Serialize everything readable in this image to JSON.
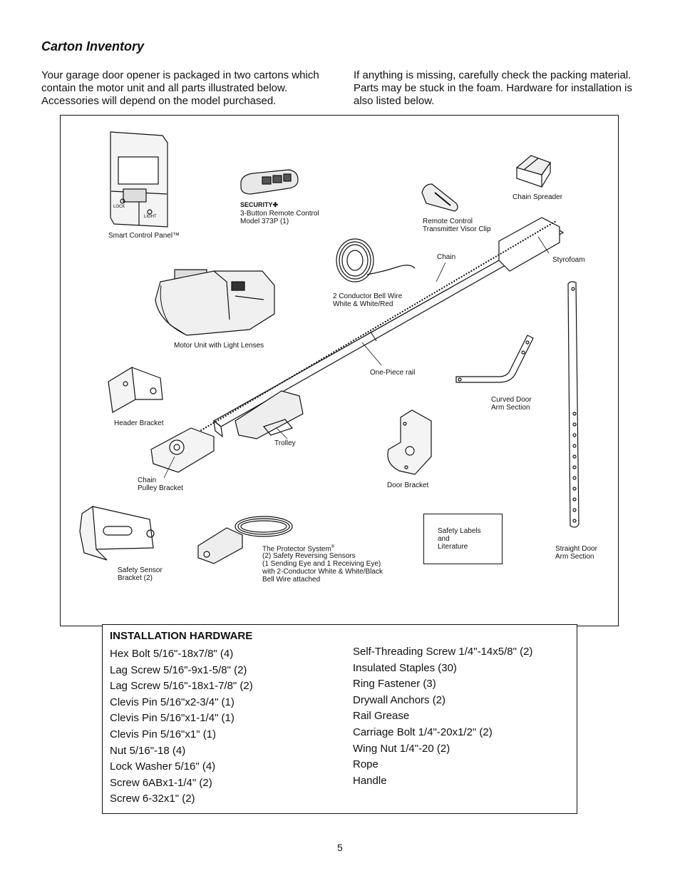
{
  "page": {
    "title": "Carton Inventory",
    "intro_left": "Your garage door opener is packaged in two cartons which contain the motor unit and all parts illustrated below. Accessories will depend on the model purchased.",
    "intro_right": "If anything is missing, carefully check the packing material. Parts may be stuck in the foam. Hardware for installation is also listed below.",
    "page_number": "5"
  },
  "diagram": {
    "labels": {
      "smart_control_panel": "Smart Control Panel™",
      "remote_brand": "SECURITY✚",
      "remote_desc": "3-Button Remote Control\nModel 373P (1)",
      "visor_clip": "Remote Control\nTransmitter Visor Clip",
      "chain_spreader": "Chain Spreader",
      "chain": "Chain",
      "styrofoam": "Styrofoam",
      "bell_wire": "2 Conductor Bell Wire\nWhite & White/Red",
      "motor_unit": "Motor Unit with Light Lenses",
      "one_piece_rail": "One-Piece rail",
      "curved_arm": "Curved Door\nArm Section",
      "header_bracket": "Header Bracket",
      "trolley": "Trolley",
      "chain_pulley": "Chain\nPulley Bracket",
      "door_bracket": "Door Bracket",
      "safety_labels": "Safety Labels\nand\nLiterature",
      "straight_arm": "Straight Door\nArm Section",
      "sensor_bracket": "Safety Sensor\nBracket (2)",
      "protector_title": "The Protector System",
      "protector_desc": "(2) Safety Reversing Sensors\n(1 Sending Eye and 1 Receiving Eye)\nwith 2-Conductor White & White/Black\nBell Wire attached",
      "panel_lock": "LOCK",
      "panel_light": "LIGHT"
    }
  },
  "hardware": {
    "title": "INSTALLATION HARDWARE",
    "left": [
      "Hex Bolt 5/16\"-18x7/8\" (4)",
      "Lag Screw 5/16\"-9x1-5/8\" (2)",
      "Lag Screw 5/16\"-18x1-7/8\" (2)",
      "Clevis Pin 5/16\"x2-3/4\" (1)",
      "Clevis Pin 5/16\"x1-1/4\" (1)",
      "Clevis Pin 5/16\"x1\" (1)",
      "Nut 5/16\"-18 (4)",
      "Lock Washer 5/16\" (4)",
      "Screw 6ABx1-1/4\" (2)",
      "Screw 6-32x1\" (2)"
    ],
    "right": [
      "Self-Threading Screw 1/4\"-14x5/8\" (2)",
      "Insulated Staples (30)",
      "Ring Fastener (3)",
      "Drywall Anchors (2)",
      "Rail Grease",
      "Carriage Bolt 1/4\"-20x1/2\" (2)",
      "Wing Nut 1/4\"-20 (2)",
      "Rope",
      "Handle"
    ]
  }
}
